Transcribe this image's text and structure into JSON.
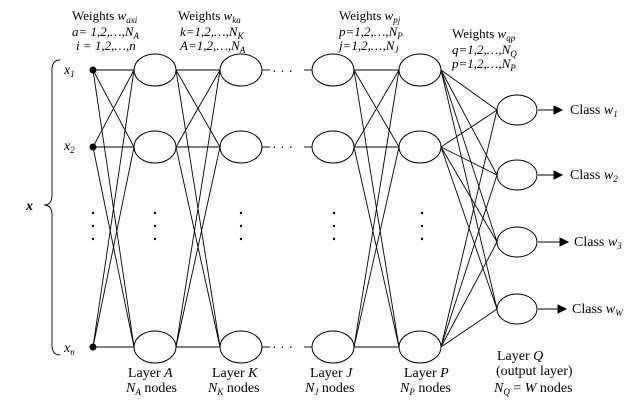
{
  "diagram": {
    "inputs": {
      "symbol": "x",
      "x1": "x",
      "x1_sub": "1",
      "x2": "x",
      "x2_sub": "2",
      "xn": "x",
      "xn_sub": "n"
    },
    "weights_a": {
      "heading": "Weights ",
      "sym": "w",
      "sub": "axi",
      "line1_pre": "a= 1,2,…,",
      "line1_sym": "N",
      "line1_sub": "A",
      "line2": "i = 1,2,…,n"
    },
    "weights_k": {
      "heading": "Weights ",
      "sym": "w",
      "sub": "ka",
      "line1_pre": "k=1,2,…,",
      "line1_sym": "N",
      "line1_sub": "K",
      "line2_pre": "A=1,2,…,",
      "line2_sym": "N",
      "line2_sub": "A"
    },
    "weights_j": {
      "heading": "Weights ",
      "sym": "w",
      "sub": "pj",
      "line1_pre": "p=1,2,…,",
      "line1_sym": "N",
      "line1_sub": "P",
      "line2_pre": "j=1,2,…,",
      "line2_sym": "N",
      "line2_sub": "J"
    },
    "weights_q": {
      "heading": "Weights ",
      "sym": "w",
      "sub": "qp",
      "line1_pre": "q=1,2,…,",
      "line1_sym": "N",
      "line1_sub": "Q",
      "line2_pre": "p=1,2,…,",
      "line2_sym": "N",
      "line2_sub": "P"
    },
    "layers": {
      "a": {
        "name": "Layer ",
        "letter": "A",
        "n": "N",
        "n_sub": "A",
        "nodes": " nodes"
      },
      "k": {
        "name": "Layer ",
        "letter": "K",
        "n": "N",
        "n_sub": "K",
        "nodes": " nodes"
      },
      "j": {
        "name": "Layer ",
        "letter": "J",
        "n": "N",
        "n_sub": "J",
        "nodes": " nodes"
      },
      "p": {
        "name": "Layer ",
        "letter": "P",
        "n": "N",
        "n_sub": "P",
        "nodes": " nodes"
      },
      "q": {
        "name": "Layer ",
        "letter": "Q",
        "note": "(output layer)",
        "n": "N",
        "n_sub": "Q",
        "eq": " = ",
        "w": "W",
        "nodes": " nodes"
      }
    },
    "classes": {
      "label": "Class ",
      "c1": {
        "sym": "w",
        "sub": "1"
      },
      "c2": {
        "sym": "w",
        "sub": "2"
      },
      "c3": {
        "sym": "w",
        "sub": "3"
      },
      "cw": {
        "sym": "w",
        "sub": "W"
      }
    },
    "ellipsis": "· · ·"
  }
}
